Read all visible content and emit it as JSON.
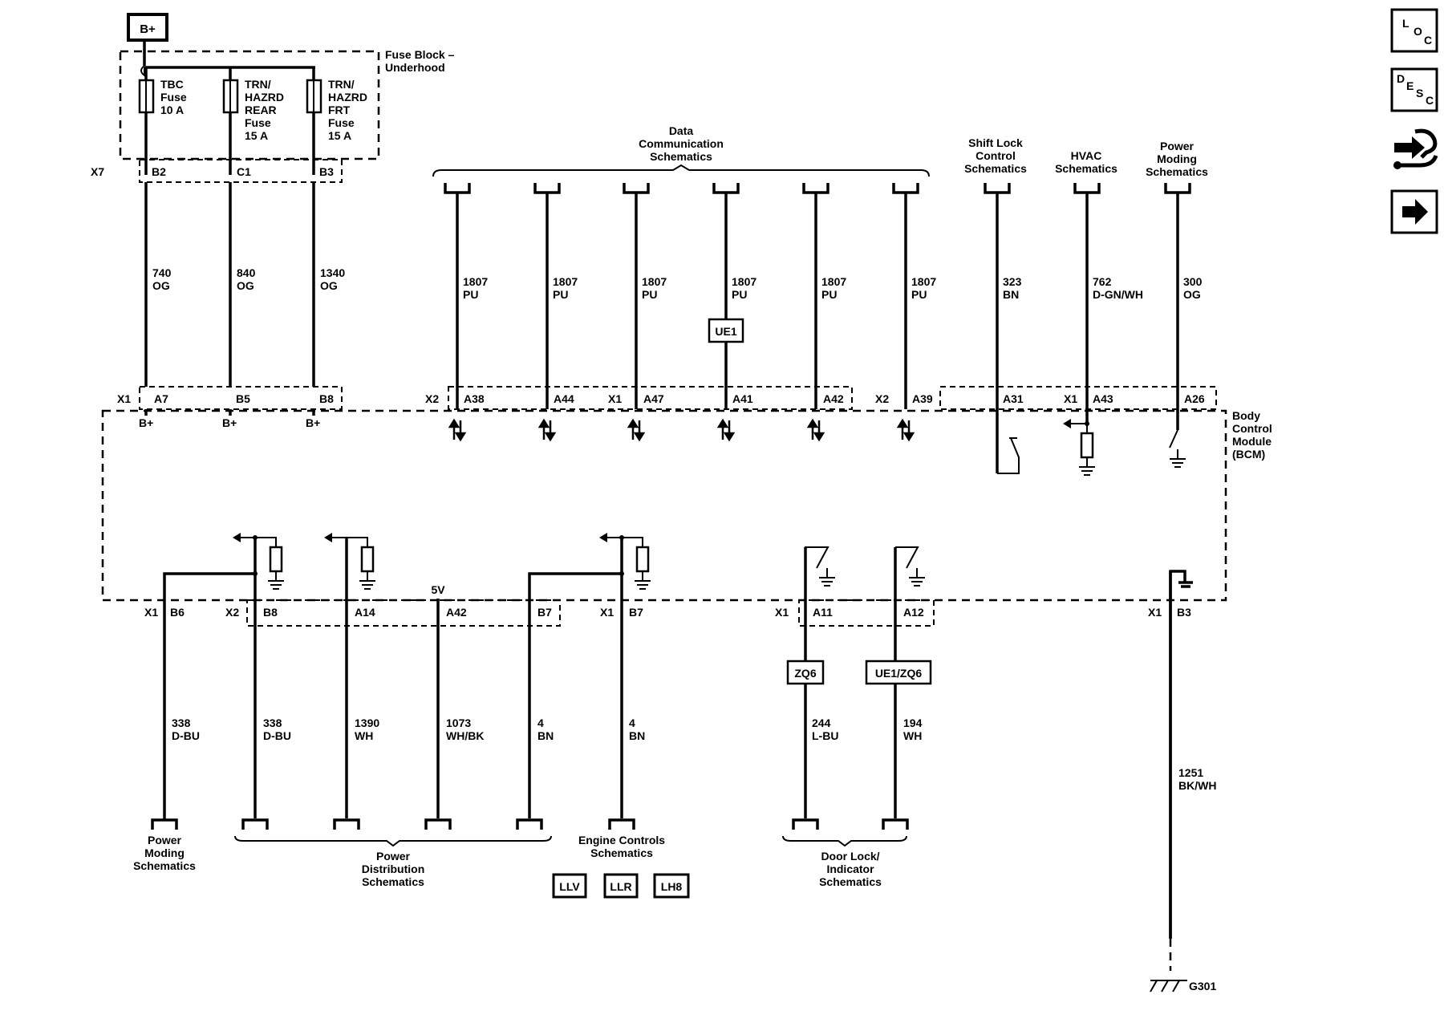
{
  "top_supply": {
    "label": "B+"
  },
  "fuse_block": {
    "title": [
      "Fuse Block –",
      "Underhood"
    ],
    "fuses": [
      {
        "lines": [
          "TBC",
          "Fuse",
          "10 A"
        ]
      },
      {
        "lines": [
          "TRN/",
          "HAZRD",
          "REAR",
          "Fuse",
          "15 A"
        ]
      },
      {
        "lines": [
          "TRN/",
          "HAZRD",
          "FRT",
          "Fuse",
          "15 A"
        ]
      }
    ],
    "connector": "X7",
    "pins": [
      "B2",
      "C1",
      "B3"
    ]
  },
  "top_wires": [
    {
      "circuit": "740",
      "color": "OG"
    },
    {
      "circuit": "840",
      "color": "OG"
    },
    {
      "circuit": "1340",
      "color": "OG"
    }
  ],
  "bcm_top_left": {
    "connector": "X1",
    "pins": [
      "A7",
      "B5",
      "B8"
    ],
    "supply_labels": [
      "B+",
      "B+",
      "B+"
    ]
  },
  "data_comm": {
    "title": [
      "Data",
      "Communication",
      "Schematics"
    ],
    "wires": [
      {
        "circuit": "1807",
        "color": "PU"
      },
      {
        "circuit": "1807",
        "color": "PU"
      },
      {
        "circuit": "1807",
        "color": "PU"
      },
      {
        "circuit": "1807",
        "color": "PU"
      },
      {
        "circuit": "1807",
        "color": "PU"
      },
      {
        "circuit": "1807",
        "color": "PU"
      }
    ],
    "option_box": "UE1",
    "connectors": [
      "X2",
      "X1",
      "X2"
    ],
    "pins": [
      "A38",
      "A44",
      "A47",
      "A41",
      "A42",
      "A39"
    ]
  },
  "right_top": {
    "shift_lock": {
      "title": [
        "Shift Lock",
        "Control",
        "Schematics"
      ],
      "circuit": "323",
      "color": "BN",
      "pin": "A31"
    },
    "hvac": {
      "title": [
        "HVAC",
        "Schematics"
      ],
      "circuit": "762",
      "color": "D-GN/WH",
      "connector": "X1",
      "pin": "A43"
    },
    "power_moding": {
      "title": [
        "Power",
        "Moding",
        "Schematics"
      ],
      "circuit": "300",
      "color": "OG",
      "pin": "A26"
    }
  },
  "bcm": {
    "title": [
      "Body",
      "Control",
      "Module",
      "(BCM)"
    ]
  },
  "bottom": {
    "five_v": "5V",
    "left_group": {
      "connectors": [
        "X1",
        "X2"
      ],
      "pins": [
        "B6",
        "B8",
        "A14",
        "A42",
        "B7"
      ],
      "wires": [
        {
          "circuit": "338",
          "color": "D-BU"
        },
        {
          "circuit": "338",
          "color": "D-BU"
        },
        {
          "circuit": "1390",
          "color": "WH"
        },
        {
          "circuit": "1073",
          "color": "WH/BK"
        },
        {
          "circuit": "4",
          "color": "BN"
        }
      ]
    },
    "engine": {
      "connector": "X1",
      "pin": "B7",
      "circuit": "4",
      "color": "BN",
      "title": [
        "Engine Controls",
        "Schematics"
      ],
      "options": [
        "LLV",
        "LLR",
        "LH8"
      ]
    },
    "power_moding_title": [
      "Power",
      "Moding",
      "Schematics"
    ],
    "power_dist_title": [
      "Power",
      "Distribution",
      "Schematics"
    ],
    "door_lock": {
      "connector": "X1",
      "pins": [
        "A11",
        "A12"
      ],
      "option_boxes": [
        "ZQ6",
        "UE1/ZQ6"
      ],
      "wires": [
        {
          "circuit": "244",
          "color": "L-BU"
        },
        {
          "circuit": "194",
          "color": "WH"
        }
      ],
      "title": [
        "Door Lock/",
        "Indicator",
        "Schematics"
      ]
    },
    "ground": {
      "connector": "X1",
      "pin": "B3",
      "circuit": "1251",
      "color": "BK/WH",
      "ground_id": "G301"
    }
  },
  "side_icons": [
    {
      "name": "loc-icon",
      "letters": [
        "L",
        "O",
        "C"
      ]
    },
    {
      "name": "desc-icon",
      "letters": [
        "D",
        "E",
        "S",
        "C"
      ]
    },
    {
      "name": "connector-tool-icon"
    },
    {
      "name": "next-arrow-icon"
    }
  ]
}
